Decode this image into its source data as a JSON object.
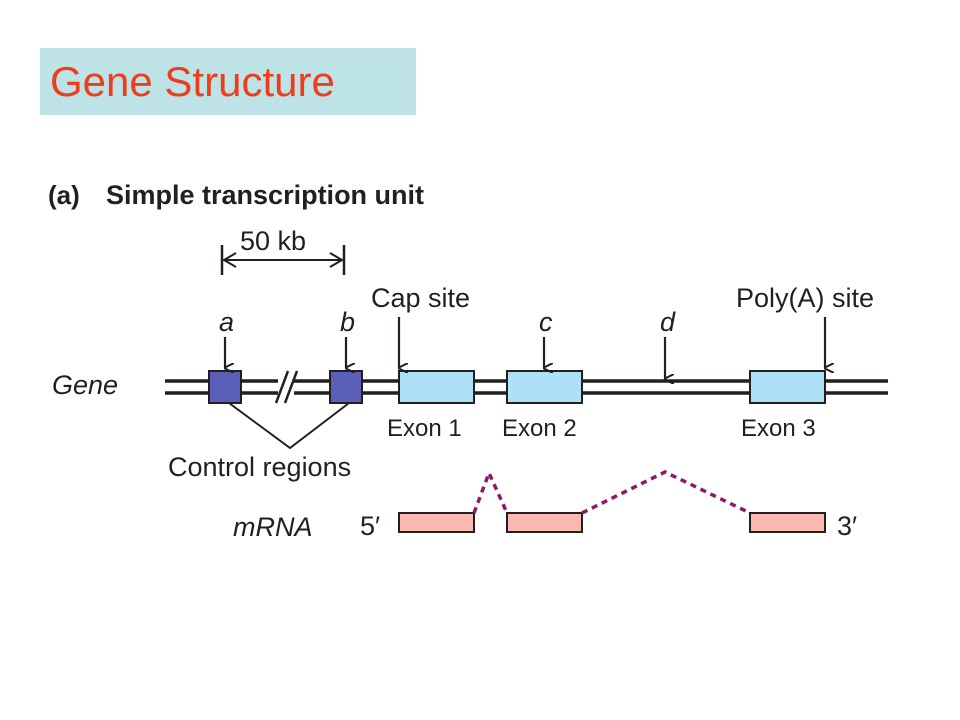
{
  "title": "Gene Structure",
  "panel": {
    "letter": "(a)",
    "heading": "Simple transcription unit"
  },
  "scale": {
    "label": "50 kb"
  },
  "labels": {
    "gene": "Gene",
    "mrna": "mRNA",
    "control_regions": "Control regions",
    "cap_site": "Cap site",
    "polya_site": "Poly(A) site",
    "five_prime": "5′",
    "three_prime": "3′"
  },
  "markers": {
    "a": "a",
    "b": "b",
    "c": "c",
    "d": "d"
  },
  "exons": [
    "Exon 1",
    "Exon 2",
    "Exon 3"
  ],
  "colors": {
    "title_bg": "#bde3e6",
    "title_text": "#ee3d1c",
    "exon": "#aee0f7",
    "control_region": "#5b5fb7",
    "mrna_segment": "#f9b9b0",
    "intron_splice": "#8b1a6b",
    "line": "#231f20"
  }
}
